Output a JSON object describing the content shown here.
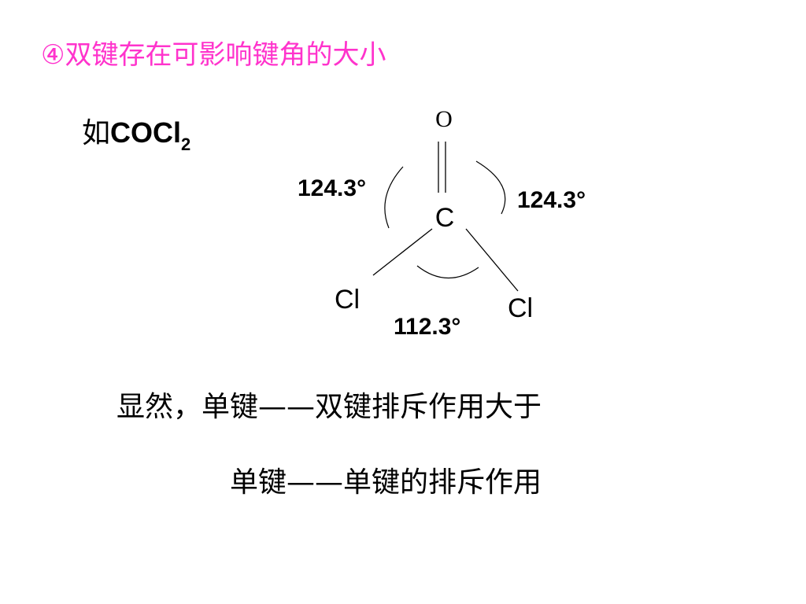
{
  "slide": {
    "title": "④双键存在可影响键角的大小",
    "title_color": "#ff33cc",
    "example_prefix": "如",
    "example_formula": "COCl",
    "example_subscript": "2"
  },
  "diagram": {
    "atoms": {
      "oxygen": "O",
      "carbon": "C",
      "chlorine_left": "Cl",
      "chlorine_right": "Cl"
    },
    "angles": {
      "o_c_cl_left": "124.3°",
      "o_c_cl_right": "124.3°",
      "cl_c_cl": "112.3°"
    }
  },
  "conclusion": {
    "line1": "显然，单键——双键排斥作用大于",
    "line2": "单键——单键的排斥作用"
  }
}
